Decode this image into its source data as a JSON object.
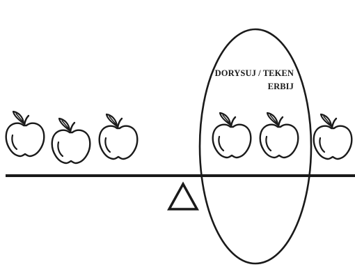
{
  "instruction": {
    "line1": "DORYSUJ / TEKEN",
    "line2": "ERBIJ"
  },
  "apples": {
    "left_group_count": 3,
    "inside_circle_count": 2,
    "right_outside_count": 1
  },
  "colors": {
    "ink": "#1a1a1a",
    "fill": "#ffffff"
  },
  "icons": {
    "apple": "apple-icon",
    "fulcrum": "triangle-fulcrum-icon",
    "circle": "oval-selection-icon"
  }
}
